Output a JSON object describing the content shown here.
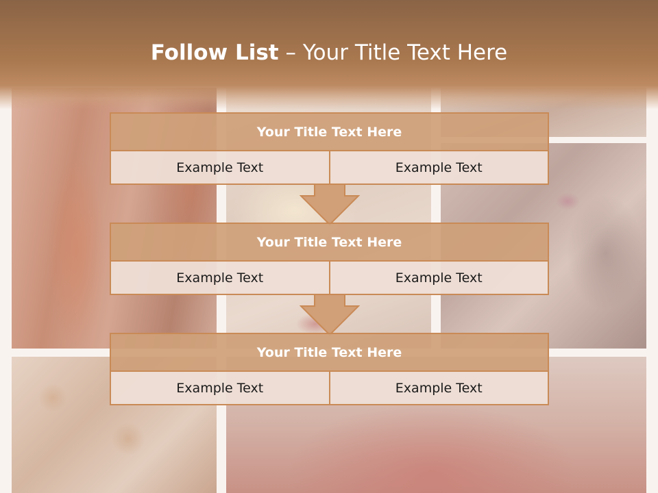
{
  "slide": {
    "title_bold": "Follow List",
    "title_rest": " – Your Title Text Here"
  },
  "colors": {
    "header": "#a9784f",
    "block_fill": "#cfa07a",
    "block_border": "#c98a56",
    "cell_fill": "#eedeD6"
  },
  "steps": [
    {
      "title": "Your Title Text Here",
      "left": "Example Text",
      "right": "Example Text"
    },
    {
      "title": "Your Title Text Here",
      "left": "Example Text",
      "right": "Example Text"
    },
    {
      "title": "Your Title Text Here",
      "left": "Example Text",
      "right": "Example Text"
    }
  ]
}
